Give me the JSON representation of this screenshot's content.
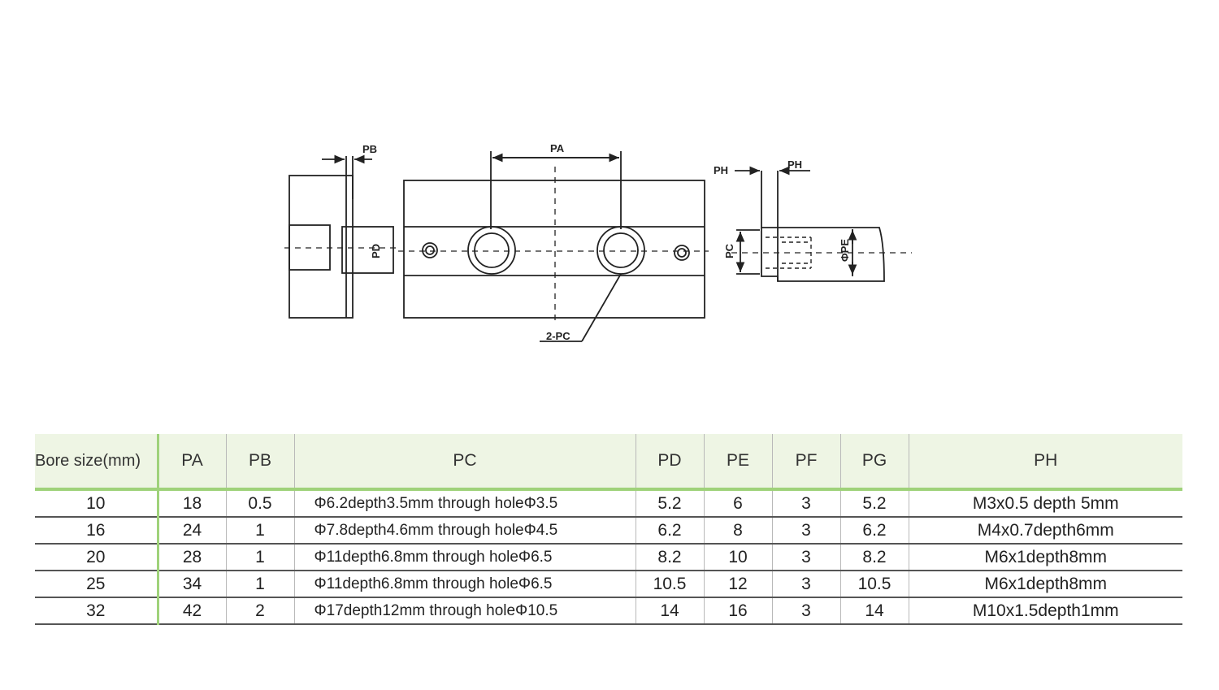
{
  "drawing": {
    "labels": {
      "pa": "PA",
      "pb": "PB",
      "pc": "PC",
      "pd": "PD",
      "pe": "ΦPE",
      "ph_left": "PH",
      "ph_right": "PH",
      "two_pc": "2-PC"
    }
  },
  "table": {
    "headers": [
      "Bore size(mm)",
      "PA",
      "PB",
      "PC",
      "PD",
      "PE",
      "PF",
      "PG",
      "PH"
    ],
    "rows": [
      [
        "10",
        "18",
        "0.5",
        "Φ6.2depth3.5mm through holeΦ3.5",
        "5.2",
        "6",
        "3",
        "5.2",
        "M3x0.5 depth 5mm"
      ],
      [
        "16",
        "24",
        "1",
        "Φ7.8depth4.6mm through holeΦ4.5",
        "6.2",
        "8",
        "3",
        "6.2",
        "M4x0.7depth6mm"
      ],
      [
        "20",
        "28",
        "1",
        "Φ11depth6.8mm  through  holeΦ6.5",
        "8.2",
        "10",
        "3",
        "8.2",
        "M6x1depth8mm"
      ],
      [
        "25",
        "34",
        "1",
        "Φ11depth6.8mm  through  holeΦ6.5",
        "10.5",
        "12",
        "3",
        "10.5",
        "M6x1depth8mm"
      ],
      [
        "32",
        "42",
        "2",
        "Φ17depth12mm through holeΦ10.5",
        "14",
        "16",
        "3",
        "14",
        "M10x1.5depth1mm"
      ]
    ]
  }
}
